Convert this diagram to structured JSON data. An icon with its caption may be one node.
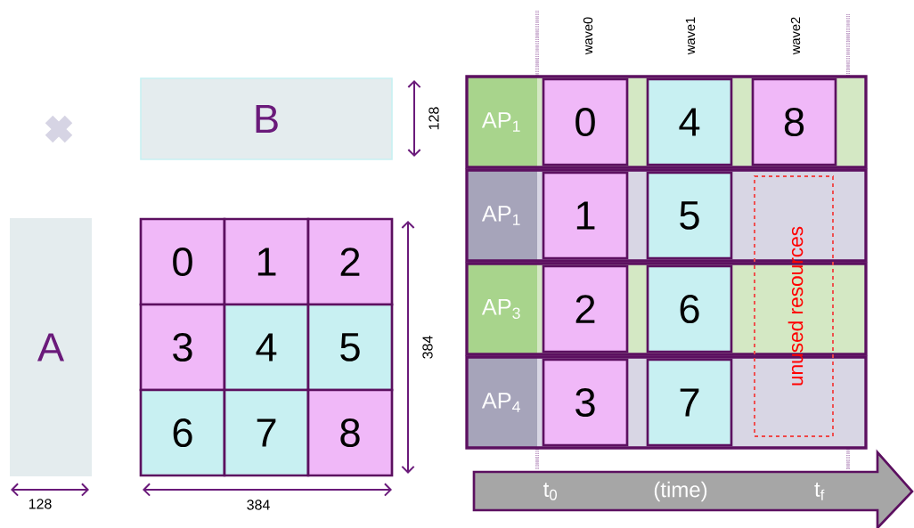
{
  "diagram": {
    "nodes": [
      {
        "text": [
          "B"
        ]
      },
      {
        "text": [
          "A"
        ]
      },
      {
        "text": [
          "0"
        ]
      },
      {
        "text": [
          "1"
        ]
      },
      {
        "text": [
          "2"
        ]
      },
      {
        "text": [
          "3"
        ]
      },
      {
        "text": [
          "4"
        ]
      },
      {
        "text": [
          "5"
        ]
      },
      {
        "text": [
          "6"
        ]
      },
      {
        "text": [
          "7"
        ]
      },
      {
        "text": [
          "8"
        ]
      },
      {
        "text": [
          "AP$_{1}$"
        ]
      },
      {
        "text": [
          "0"
        ],
        "in": 11
      },
      {
        "text": [
          "4"
        ],
        "in": 11
      },
      {
        "text": [
          "8"
        ],
        "in": 11
      },
      {
        "text": [
          "AP$_{1}$"
        ]
      },
      {
        "text": [
          "1"
        ],
        "in": 15
      },
      {
        "text": [
          "5"
        ],
        "in": 15
      },
      {
        "text": [
          "AP$_{3}$"
        ]
      },
      {
        "text": [
          "2"
        ],
        "in": 18
      },
      {
        "text": [
          "6"
        ],
        "in": 18
      },
      {
        "text": [
          "AP$_{4}$"
        ]
      },
      {
        "text": [
          "3"
        ],
        "in": 21
      },
      {
        "text": [
          "7"
        ],
        "in": 21
      },
      {
        "text": [
          "unused resources"
        ]
      },
      {
        "text": [
          "t$_{0}$",
          "(time)",
          "t$_{f}$"
        ]
      }
    ],
    "labels": [
      "wave0",
      "wave1",
      "wave2",
      "128",
      "384",
      "128",
      "384"
    ]
  }
}
